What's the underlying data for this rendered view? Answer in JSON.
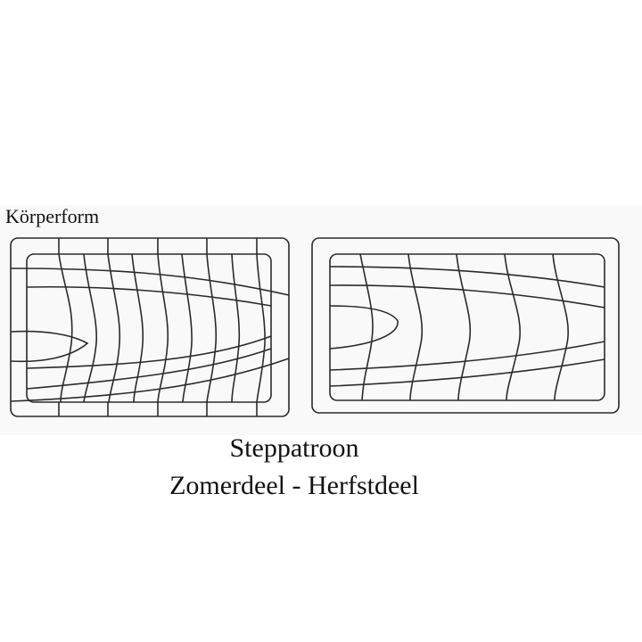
{
  "figure": {
    "label": "Körperform",
    "panels": [
      {
        "name": "Zomerdeel",
        "vertical_stitch_lines": 9,
        "horizontal_stitch_lines": 6
      },
      {
        "name": "Herfstdeel",
        "vertical_stitch_lines": 5,
        "horizontal_stitch_lines": 6
      }
    ]
  },
  "caption": {
    "title": "Steppatroon",
    "subtitle": "Zomerdeel - Herfstdeel"
  }
}
